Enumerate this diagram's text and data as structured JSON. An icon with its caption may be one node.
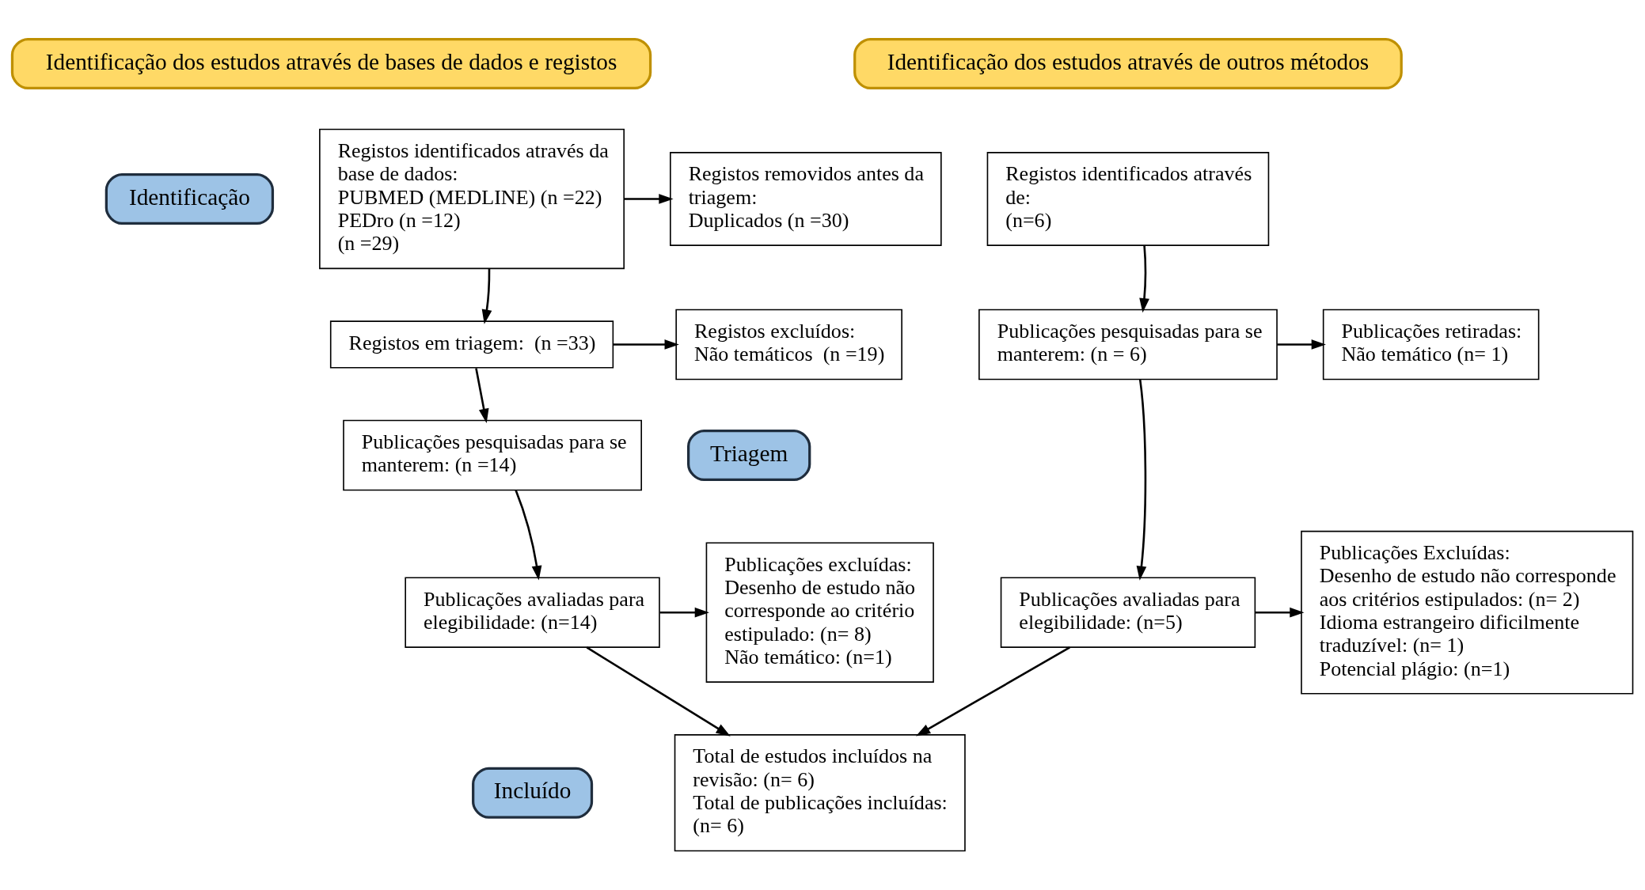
{
  "diagram": {
    "nodes": [
      {
        "text": [
          "Identificação dos estudos através de bases de dados e registos"
        ]
      },
      {
        "text": [
          "Identificação dos estudos através de outros métodos"
        ]
      },
      {
        "text": [
          "Identificação"
        ]
      },
      {
        "text": [
          "Triagem"
        ]
      },
      {
        "text": [
          "Incluído"
        ]
      },
      {
        "text": [
          "Registos identificados através da base de dados:",
          "PUBMED (MEDLINE) (n =22)",
          "PEDro (n =12)",
          "(n =29)"
        ]
      },
      {
        "text": [
          "Registos removidos antes da triagem:",
          "Duplicados (n =30)"
        ]
      },
      {
        "text": [
          "Registos identificados através de:",
          "(n=6)"
        ]
      },
      {
        "text": [
          "Registos em triagem:  (n =33)"
        ]
      },
      {
        "text": [
          "Registos excluídos:",
          "Não temáticos  (n =19)"
        ]
      },
      {
        "text": [
          "Publicações pesquisadas para se manterem: (n = 6)"
        ]
      },
      {
        "text": [
          "Publicações retiradas:",
          "Não temático (n= 1)"
        ]
      },
      {
        "text": [
          "Publicações pesquisadas para se manterem: (n =14)"
        ]
      },
      {
        "text": [
          "Publicações avaliadas para elegibilidade: (n=14)"
        ]
      },
      {
        "text": [
          "Publicações excluídas:",
          "Desenho de estudo não corresponde ao critério estipulado: (n= 8)",
          "Não temático: (n=1)"
        ]
      },
      {
        "text": [
          "Publicações avaliadas para elegibilidade: (n=5)"
        ]
      },
      {
        "text": [
          "Publicações Excluídas:",
          "Desenho de estudo não corresponde aos critérios estipulados: (n= 2)",
          "Idioma estrangeiro dificilmente traduzível: (n= 1)",
          "Potencial plágio: (n=1)"
        ]
      },
      {
        "text": [
          "Total de estudos incluídos na revisão: (n= 6)",
          "Total de publicações incluídas: (n= 6)"
        ]
      }
    ],
    "edges": [
      {
        "from": 5,
        "to": 6,
        "arrow": "to"
      },
      {
        "from": 5,
        "to": 8,
        "arrow": "to"
      },
      {
        "from": 8,
        "to": 9,
        "arrow": "to"
      },
      {
        "from": 8,
        "to": 12,
        "arrow": "to"
      },
      {
        "from": 12,
        "to": 13,
        "arrow": "to"
      },
      {
        "from": 13,
        "to": 14,
        "arrow": "to"
      },
      {
        "from": 13,
        "to": 17,
        "arrow": "to"
      },
      {
        "from": 7,
        "to": 10,
        "arrow": "to"
      },
      {
        "from": 10,
        "to": 11,
        "arrow": "to"
      },
      {
        "from": 10,
        "to": 15,
        "arrow": "to"
      },
      {
        "from": 15,
        "to": 16,
        "arrow": "to"
      },
      {
        "from": 15,
        "to": 17,
        "arrow": "to"
      }
    ]
  }
}
